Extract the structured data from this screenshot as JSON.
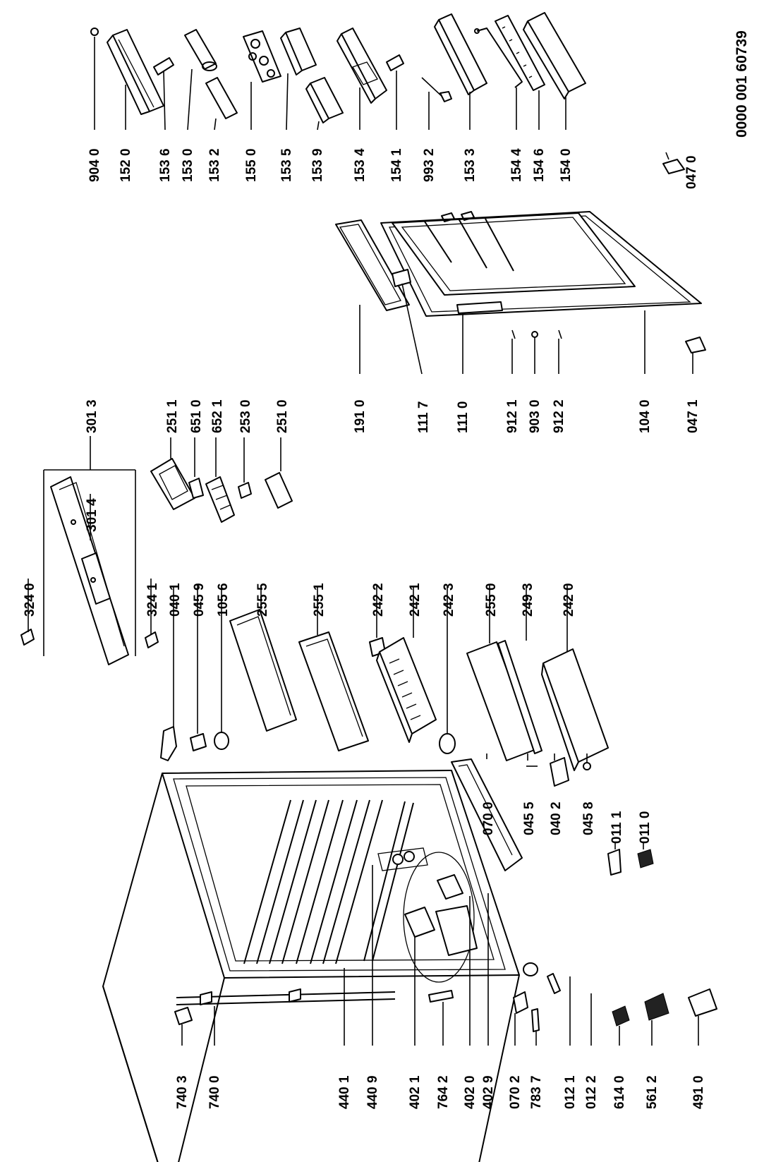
{
  "document_code": "0000 001 60739",
  "labels": {
    "l9040": "904 0",
    "l1520": "152 0",
    "l1536": "153 6",
    "l1530": "153 0",
    "l1532": "153 2",
    "l1550": "155 0",
    "l1535": "153 5",
    "l1539": "153 9",
    "l1534": "153 4",
    "l1541": "154 1",
    "l9932": "993 2",
    "l1533": "153 3",
    "l1544": "154 4",
    "l1546": "154 6",
    "l1540": "154 0",
    "l0470": "047 0",
    "l0471": "047 1",
    "l1040": "104 0",
    "l9122": "912 2",
    "l9030": "903 0",
    "l9121": "912 1",
    "l1110": "111 0",
    "l1117": "111 7",
    "l1910": "191 0",
    "l3013": "301 3",
    "l2511a": "251 1",
    "l6510": "651 0",
    "l6521": "652 1",
    "l2530": "253 0",
    "l2510": "251 0",
    "l3014": "301 4",
    "l3240": "324 0",
    "l3241": "324 1",
    "l0401": "040 1",
    "l0459": "045 9",
    "l1056": "105 6",
    "l2555": "255 5",
    "l2551": "255 1",
    "l2422": "242 2",
    "l2421": "242 1",
    "l2423": "242 3",
    "l2550": "255 0",
    "l2493": "249 3",
    "l2420": "242 0",
    "l0700": "070 0",
    "l0455": "045 5",
    "l0402": "040 2",
    "l0458": "045 8",
    "l0111": "011 1",
    "l0110": "011 0",
    "l7403": "740 3",
    "l7400": "740 0",
    "l4401": "440 1",
    "l4409": "440 9",
    "l4021": "402 1",
    "l7642": "764 2",
    "l4020": "402 0",
    "l4029": "402 9",
    "l0702": "070 2",
    "l7837": "783 7",
    "l0121": "012 1",
    "l0122": "012 2",
    "l6140": "614 0",
    "l5612": "561 2",
    "l4910": "491 0"
  }
}
